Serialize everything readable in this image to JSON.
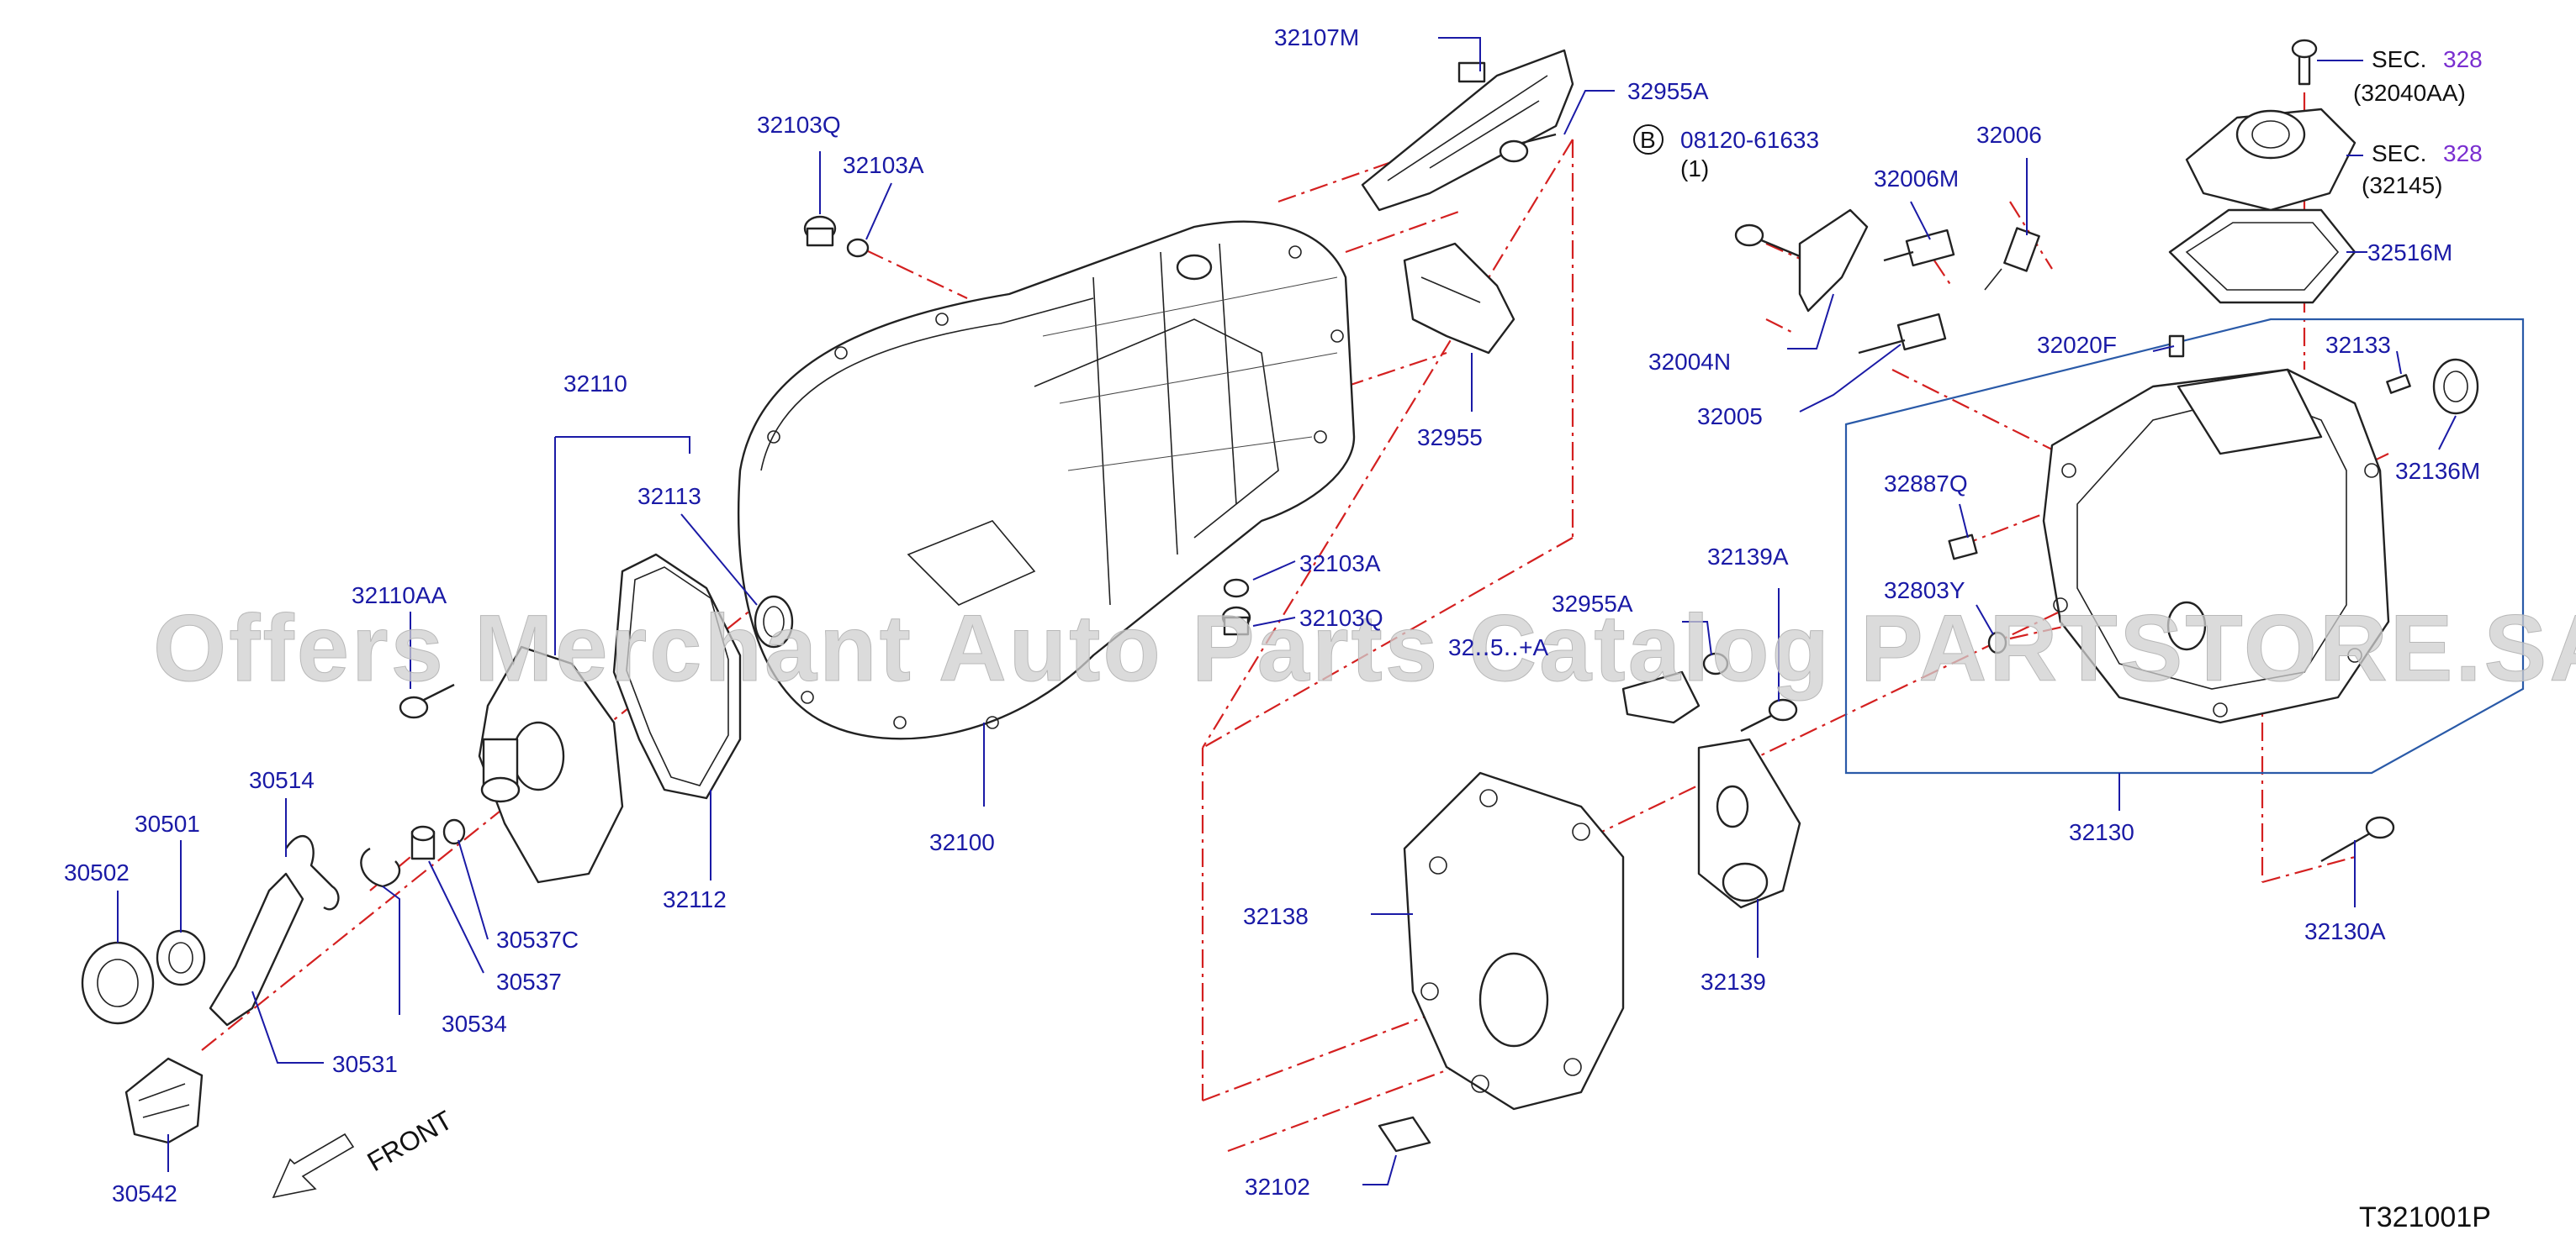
{
  "diagram": {
    "code": "T321001P",
    "watermark": "Offers Merchant Auto Parts Catalog PARTSTORE.SA",
    "direction_label": "FRONT"
  },
  "parts": {
    "p32107M": "32107M",
    "p32955A_top": "32955A",
    "p32103Q_top": "32103Q",
    "p32103A_top": "32103A",
    "p32110": "32110",
    "p32113": "32113",
    "p32110AA": "32110AA",
    "p30514": "30514",
    "p30501": "30501",
    "p30502": "30502",
    "p30537C": "30537C",
    "p30537": "30537",
    "p30534": "30534",
    "p30531": "30531",
    "p30542": "30542",
    "p32112": "32112",
    "p32100": "32100",
    "p32955": "32955",
    "p32103A_mid": "32103A",
    "p32103Q_mid": "32103Q",
    "p32955A_mid": "32955A",
    "p32955A_obscured": "32‥5‥+A",
    "p32139A": "32139A",
    "p32138": "32138",
    "p32139": "32139",
    "p32102": "32102",
    "p08120_61633": "08120-61633",
    "p08120_qty": "(1)",
    "p08120_badge": "B",
    "p32006M": "32006M",
    "p32006": "32006",
    "p32004N": "32004N",
    "p32005": "32005",
    "p32020F": "32020F",
    "p32133": "32133",
    "p32136M": "32136M",
    "p32887Q": "32887Q",
    "p32803Y": "32803Y",
    "p32130": "32130",
    "p32130A": "32130A",
    "p32516M": "32516M",
    "sec1_label": "SEC.",
    "sec1_num": "328",
    "sec1_ref": "(32040AA)",
    "sec2_label": "SEC.",
    "sec2_num": "328",
    "sec2_ref": "(32145)"
  },
  "colors": {
    "label_blue": "#1a1aa6",
    "leader_red": "#d42020",
    "box_blue": "#2a5aa8",
    "section_purple": "#7a2fd0"
  }
}
